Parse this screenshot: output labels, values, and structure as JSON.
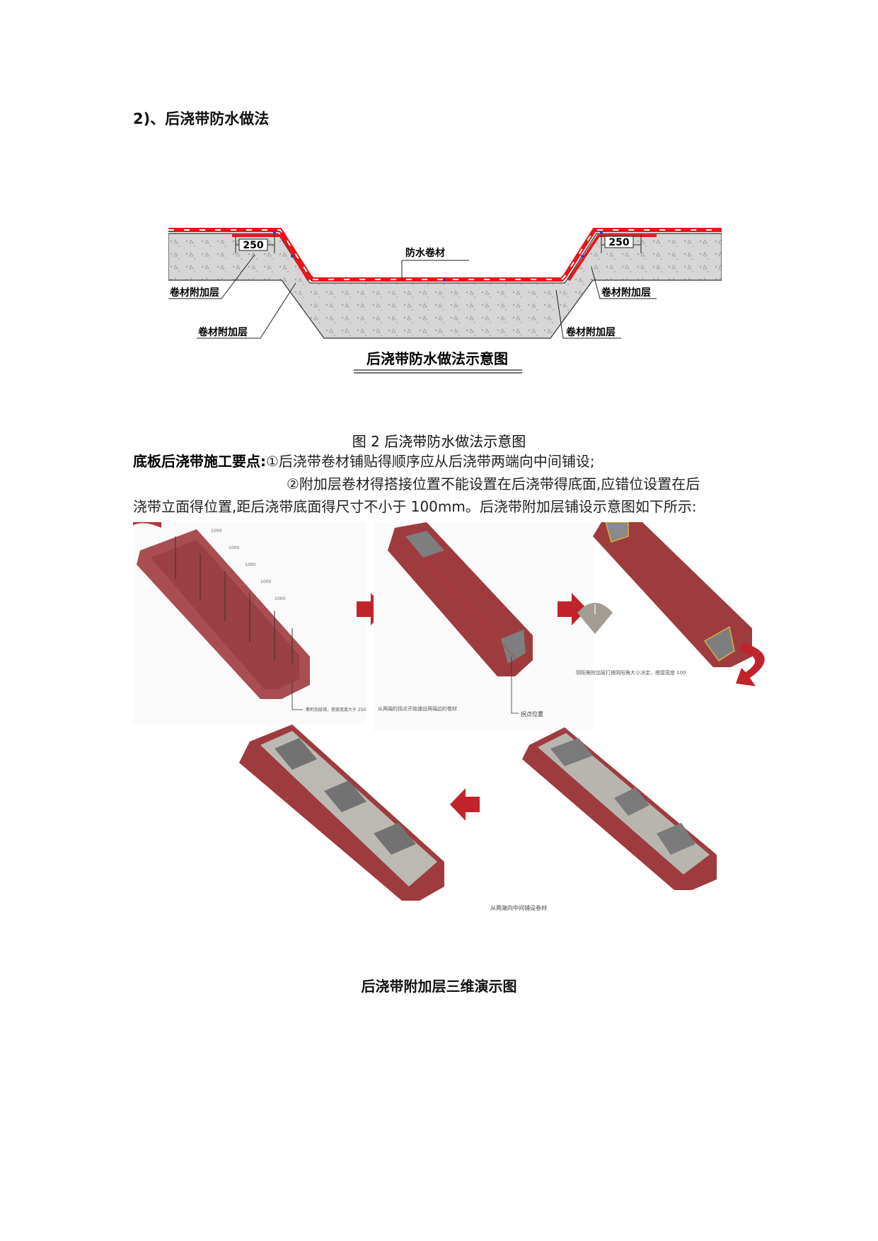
{
  "section": {
    "heading": "2)、后浇带防水做法"
  },
  "figure1": {
    "label_membrane": "防水卷材",
    "label_left_upper": "卷材附加层",
    "label_left_lower": "卷材附加层",
    "label_right_upper": "卷材附加层",
    "label_right_lower": "卷材附加层",
    "dim_left": "250",
    "dim_right": "250",
    "title": "后浇带防水做法示意图"
  },
  "figure2_caption": "图 2  后浇带防水做法示意图",
  "paragraph": {
    "lead": "底板后浇带施工要点:",
    "line1": "①后浇带卷材铺贴得顺序应从后浇带两端向中间铺设;",
    "line2": "②附加层卷材得搭接位置不能设置在后浇带得底面,应错位设置在后",
    "line3": "浇带立面得位置,距后浇带底面得尺寸不小于 100mm。后浇带附加层铺设示意图如下所示:"
  },
  "renders": {
    "panel1_dims": [
      "1000",
      "1000",
      "1000",
      "1000",
      "1000"
    ],
    "panel1_note": "素附加层铺，搭接宽度大于 250",
    "panel2_note": "从两端的拐点开始铺设两端边的卷材",
    "panel2_pointer": "拐点位置",
    "panel3_note": "阴阳角附加层打搭阴阳角大小决定，搭接宽度 100",
    "panel5_note": "从两端向中间铺设卷材"
  },
  "figure3_caption": "后浇带附加层三维演示图",
  "colors": {
    "membrane_red": "#e8161b",
    "concrete": "#d4d4d4",
    "render_red": "#9e3b3f",
    "arrow_red": "#c0242a"
  }
}
